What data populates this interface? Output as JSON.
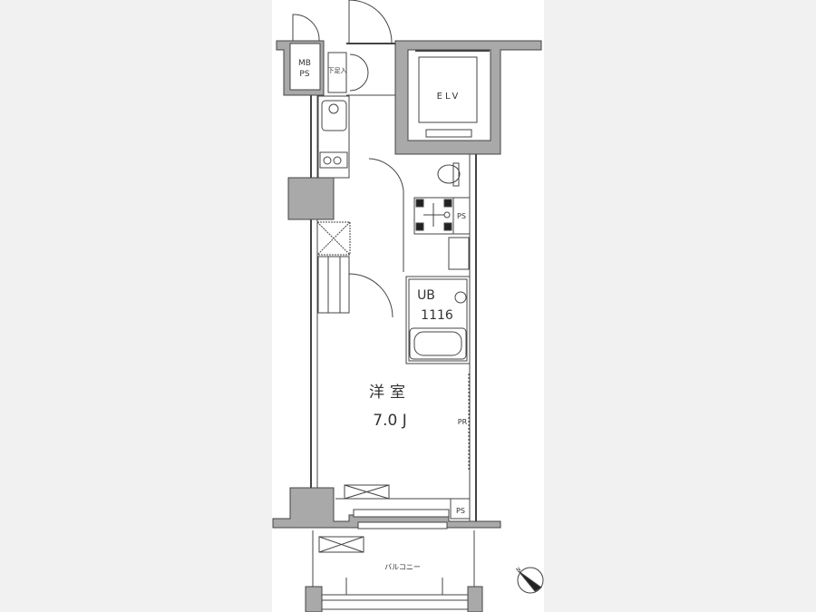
{
  "floor_plan": {
    "labels": {
      "mb": "MB",
      "mb_ps": "PS",
      "shoe_box": "下足入",
      "elevator": "ELV",
      "ps_toilet": "PS",
      "unit_bath": "UB",
      "unit_bath_size": "1116",
      "room_name": "洋室",
      "room_size": "7.0 J",
      "pipe_rack": "PR",
      "ps_window": "PS",
      "balcony": "バルコニー",
      "north": "N"
    },
    "colors": {
      "wall": "#a9a9a9",
      "line": "#444444",
      "paper": "#ffffff",
      "margin": "#f1f1f1"
    }
  }
}
